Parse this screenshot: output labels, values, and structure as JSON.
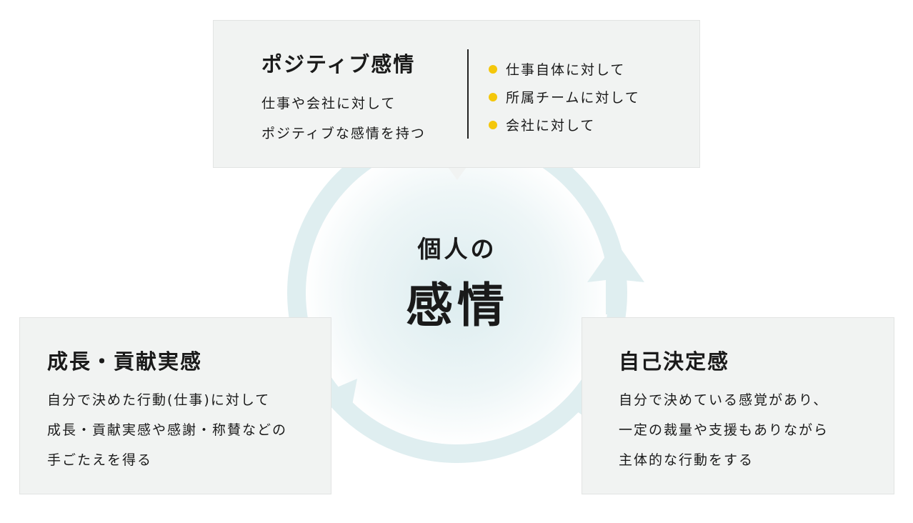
{
  "center": {
    "line1": "個人の",
    "line2": "感情"
  },
  "positive": {
    "title": "ポジティブ感情",
    "desc_lines": [
      "仕事や会社に対して",
      "ポジティブな感情を持つ"
    ],
    "items": [
      "仕事自体に対して",
      "所属チームに対して",
      "会社に対して"
    ]
  },
  "growth": {
    "title": "成長・貢献実感",
    "desc_lines": [
      "自分で決めた行動(仕事)に対して",
      "成長・貢献実感や感謝・称賛などの",
      "手ごたえを得る"
    ]
  },
  "self": {
    "title": "自己決定感",
    "desc_lines": [
      "自分で決めている感覚があり、",
      "一定の裁量や支援もありながら",
      "主体的な行動をする"
    ]
  },
  "colors": {
    "ring": "#dfeef0",
    "box_bg": "#f1f3f2",
    "bullet": "#f4c70b",
    "text": "#1a1a1a"
  }
}
